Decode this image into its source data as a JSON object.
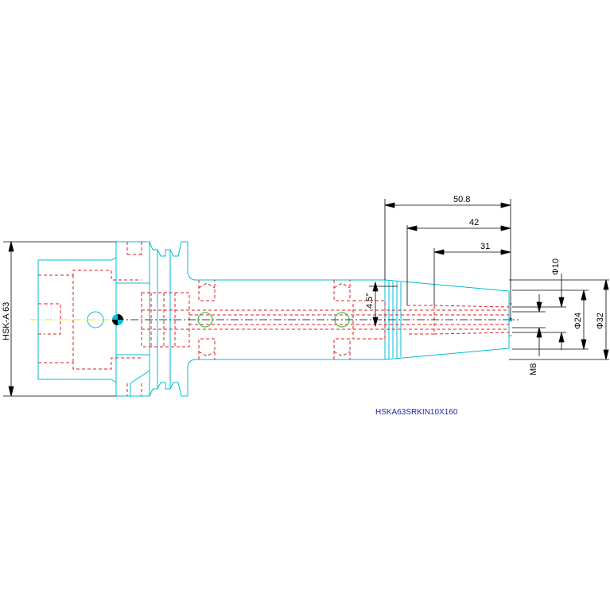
{
  "colors": {
    "outline": "#00bcd4",
    "hidden": "#e01e1e",
    "dimension": "#000000",
    "centerline": "#e8e800",
    "hole": "#2ec84a",
    "title": "#2424b8"
  },
  "dimensions": {
    "len_50_8": "50.8",
    "len_42": "42",
    "len_31": "31",
    "dia_10": "Φ10",
    "dia_24": "Φ24",
    "dia_32": "Φ32",
    "thread_m8": "M8",
    "angle": "4.5°",
    "hsk_size": "HSK-A 63"
  },
  "part_number": "HSKA63SRKIN10X160"
}
